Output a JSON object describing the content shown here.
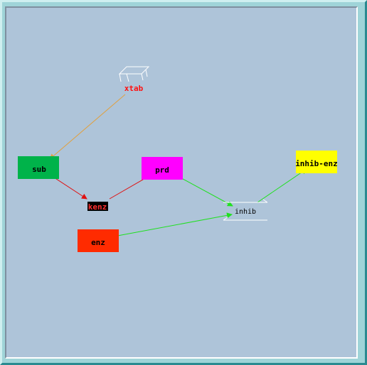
{
  "diagram": {
    "nodes": [
      {
        "id": "xtab",
        "label": "xtab",
        "kind": "table-icon",
        "text_color": "#ff1010"
      },
      {
        "id": "sub",
        "label": "sub",
        "kind": "pool",
        "fill": "#00b34a",
        "text_color": "#000000"
      },
      {
        "id": "kenz",
        "label": "kenz",
        "kind": "reaction-label",
        "fill": "#000000",
        "text_color": "#ff3030"
      },
      {
        "id": "prd",
        "label": "prd",
        "kind": "pool",
        "fill": "#ff00ff",
        "text_color": "#000000"
      },
      {
        "id": "enz",
        "label": "enz",
        "kind": "pool",
        "fill": "#ff2b00",
        "text_color": "#000000"
      },
      {
        "id": "inhib",
        "label": "inhib",
        "kind": "reaction",
        "text_color": "#000000"
      },
      {
        "id": "inhib-enz",
        "label": "inhib-enz",
        "kind": "pool",
        "fill": "#ffff00",
        "text_color": "#000000"
      }
    ],
    "edges": [
      {
        "from": "xtab",
        "to": "sub",
        "color": "#e0a040"
      },
      {
        "from": "sub",
        "to": "kenz",
        "color": "#e01010"
      },
      {
        "from": "kenz",
        "to": "prd",
        "color": "#e01010"
      },
      {
        "from": "prd",
        "to": "inhib",
        "color": "#20e020"
      },
      {
        "from": "enz",
        "to": "inhib",
        "color": "#20e020"
      },
      {
        "from": "inhib",
        "to": "inhib-enz",
        "color": "#20e020"
      }
    ]
  }
}
